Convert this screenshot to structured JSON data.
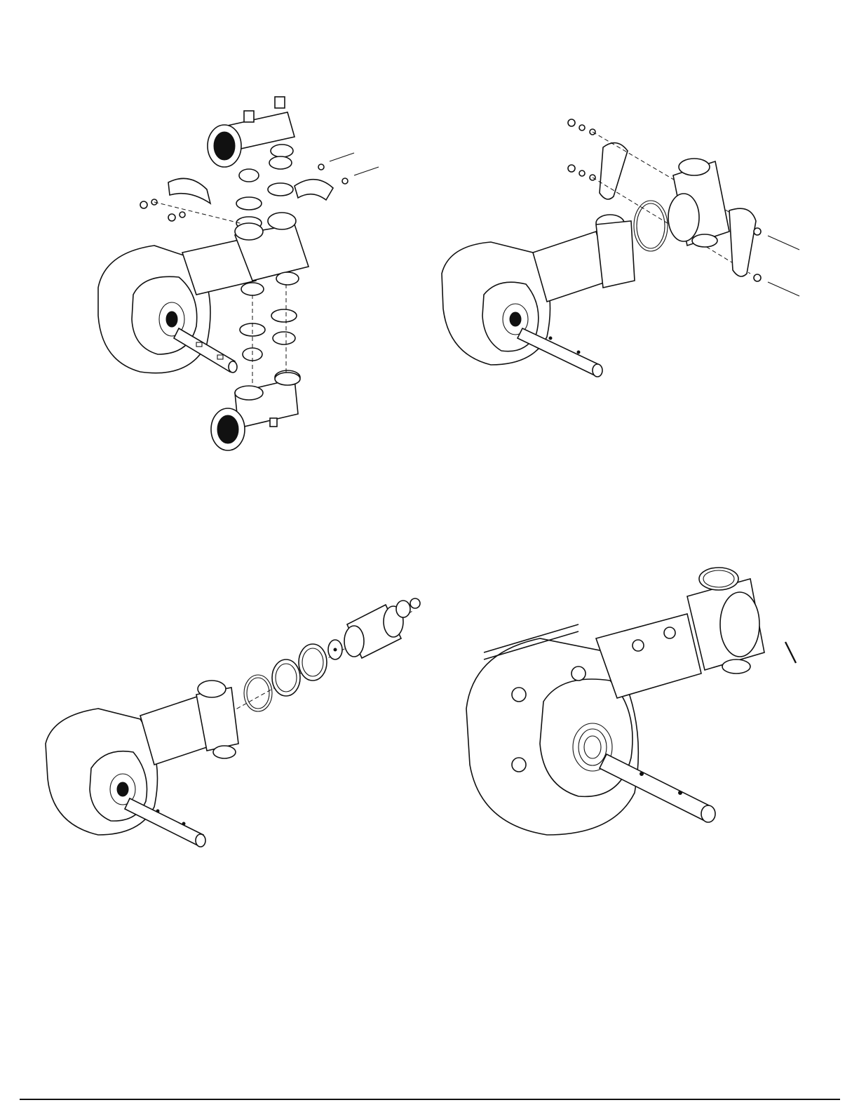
{
  "page": {
    "colors": {
      "ink": "#111111",
      "paper": "#ffffff"
    }
  },
  "figures": [
    {
      "id": "fig1",
      "view": "exploded-vertical-manifolds"
    },
    {
      "id": "fig2",
      "view": "exploded-side-clamp"
    },
    {
      "id": "fig3",
      "view": "exploded-seals-and-sleeve"
    },
    {
      "id": "fig4",
      "view": "assembled-pump"
    }
  ]
}
